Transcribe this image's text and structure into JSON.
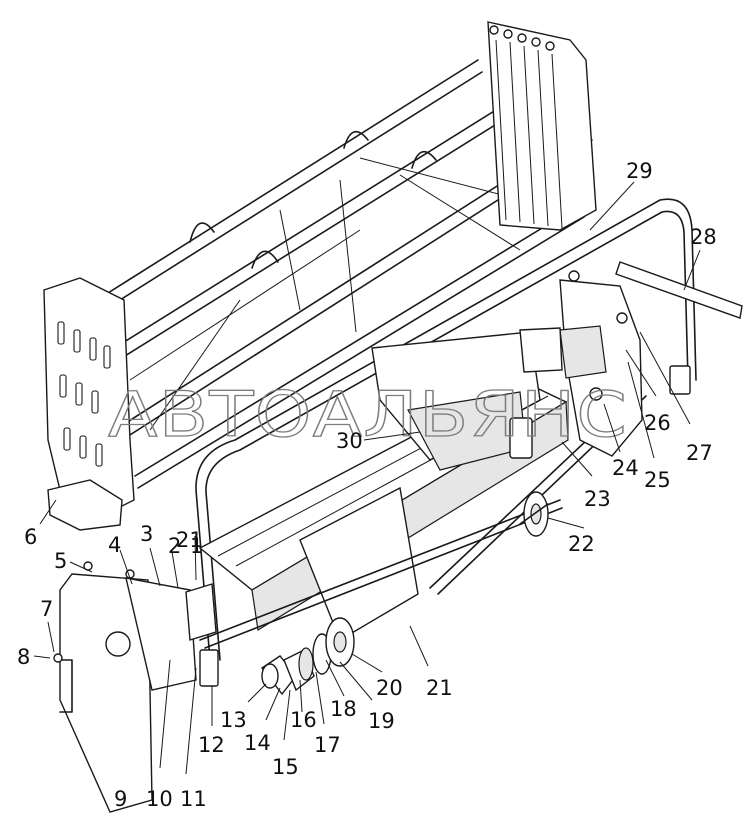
{
  "watermark": "АВТОАЛЬЯНС",
  "callouts": [
    {
      "id": "c1",
      "label": "1"
    },
    {
      "id": "c2",
      "label": "2"
    },
    {
      "id": "c3",
      "label": "3"
    },
    {
      "id": "c4",
      "label": "4"
    },
    {
      "id": "c5",
      "label": "5"
    },
    {
      "id": "c6",
      "label": "6"
    },
    {
      "id": "c7",
      "label": "7"
    },
    {
      "id": "c8",
      "label": "8"
    },
    {
      "id": "c9",
      "label": "9"
    },
    {
      "id": "c10",
      "label": "10"
    },
    {
      "id": "c11",
      "label": "11"
    },
    {
      "id": "c12",
      "label": "12"
    },
    {
      "id": "c13",
      "label": "13"
    },
    {
      "id": "c14",
      "label": "14"
    },
    {
      "id": "c15",
      "label": "15"
    },
    {
      "id": "c16",
      "label": "16"
    },
    {
      "id": "c17",
      "label": "17"
    },
    {
      "id": "c18",
      "label": "18"
    },
    {
      "id": "c19",
      "label": "19"
    },
    {
      "id": "c20",
      "label": "20"
    },
    {
      "id": "c21a",
      "label": "21"
    },
    {
      "id": "c21b",
      "label": "21"
    },
    {
      "id": "c22",
      "label": "22"
    },
    {
      "id": "c23",
      "label": "23"
    },
    {
      "id": "c24",
      "label": "24"
    },
    {
      "id": "c25",
      "label": "25"
    },
    {
      "id": "c26",
      "label": "26"
    },
    {
      "id": "c27",
      "label": "27"
    },
    {
      "id": "c28",
      "label": "28"
    },
    {
      "id": "c29",
      "label": "29"
    },
    {
      "id": "c30",
      "label": "30"
    }
  ]
}
